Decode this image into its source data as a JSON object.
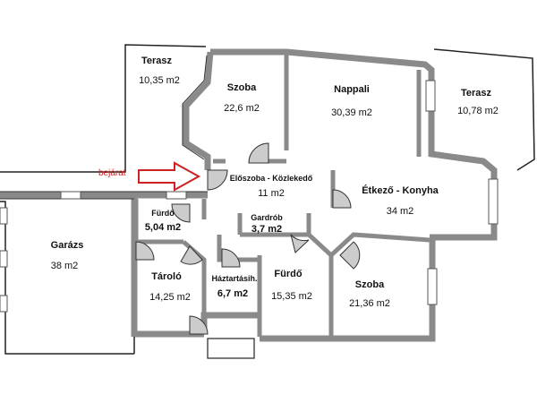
{
  "colors": {
    "wall": "#8a8a8a",
    "wall_edge": "#333333",
    "text": "#111111",
    "entrance": "#cc2222"
  },
  "entrance_label": "bejárat",
  "rooms": {
    "terasz_left": {
      "name": "Terasz",
      "area": "10,35 m2"
    },
    "szoba_top": {
      "name": "Szoba",
      "area": "22,6 m2"
    },
    "nappali": {
      "name": "Nappali",
      "area": "30,39 m2"
    },
    "terasz_right": {
      "name": "Terasz",
      "area": "10,78 m2"
    },
    "eloszoba": {
      "name": "Előszoba - Közlekedő",
      "area": "11 m2"
    },
    "etkezo": {
      "name": "Étkező - Konyha",
      "area": "34 m2"
    },
    "furdo_small": {
      "name": "Fürdő",
      "area": "5,04 m2"
    },
    "gardrob": {
      "name": "Gardrób",
      "area": "3,7 m2"
    },
    "garazs": {
      "name": "Garázs",
      "area": "38 m2"
    },
    "tarolo": {
      "name": "Tároló",
      "area": "14,25 m2"
    },
    "haztartasi": {
      "name": "Háztartásih.",
      "area": "6,7 m2"
    },
    "furdo_large": {
      "name": "Fürdő",
      "area": "15,35 m2"
    },
    "szoba_bottom": {
      "name": "Szoba",
      "area": "21,36 m2"
    }
  }
}
